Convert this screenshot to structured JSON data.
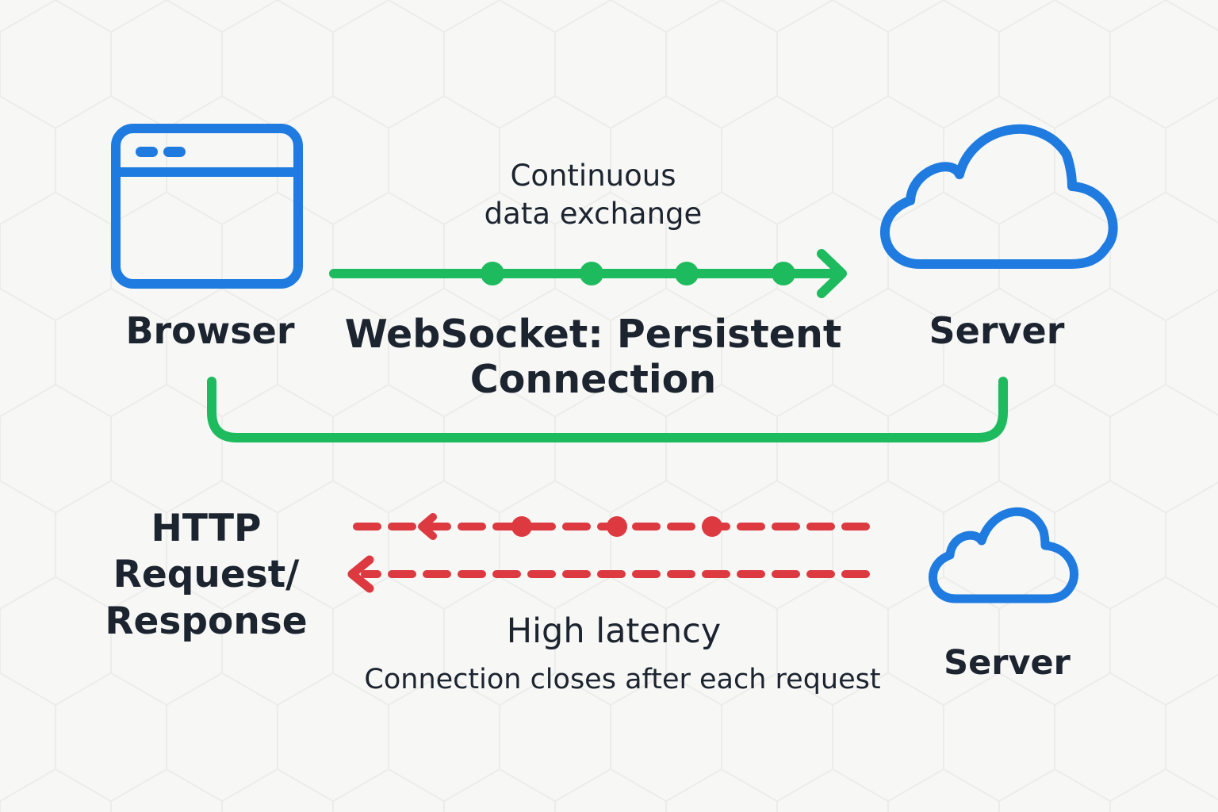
{
  "colors": {
    "background": "#f7f7f5",
    "hex_pattern": "#ececea",
    "browser_blue": "#1f7be0",
    "websocket_green": "#1dbb5e",
    "http_red": "#dc3940",
    "text": "#1c2430"
  },
  "icons": {
    "browser": "browser-window-icon",
    "server_top": "cloud-icon",
    "server_bottom": "cloud-icon"
  },
  "websocket": {
    "caption": "Continuous\ndata exchange",
    "title": "WebSocket: Persistent\nConnection"
  },
  "nodes": {
    "browser": "Browser",
    "server": "Server",
    "server_bottom": "Server"
  },
  "http": {
    "title": "HTTP\nRequest/\nResponse",
    "latency": "High latency",
    "note": "Connection closes after each request"
  }
}
